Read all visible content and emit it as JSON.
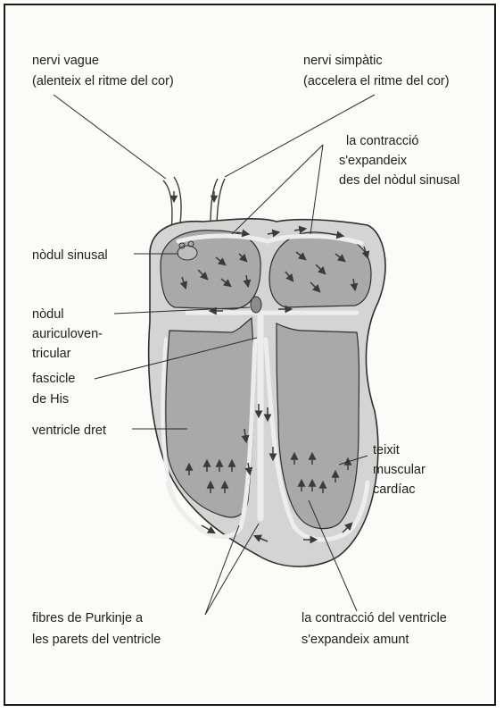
{
  "labels": {
    "nervi_vague": [
      "nervi vague",
      "(alenteix el ritme del cor)"
    ],
    "nervi_simpatic": [
      "nervi simpàtic",
      "(accelera el ritme del cor)"
    ],
    "contraccio_sinusal": [
      "la contracció",
      "s'expandeix",
      "des del nòdul sinusal"
    ],
    "nodul_sinusal": [
      "nòdul sinusal"
    ],
    "nodul_auriculoventricular": [
      "nòdul",
      "auriculoven-",
      "tricular"
    ],
    "fascicle_his": [
      "fascicle",
      "de His"
    ],
    "ventricle_dret": [
      "ventricle dret"
    ],
    "teixit_muscular": [
      "teixit",
      "muscular",
      "cardíac"
    ],
    "fibres_purkinje": [
      "fibres de Purkinje a",
      "les parets del ventricle"
    ],
    "contraccio_ventricle": [
      "la contracció del ventricle",
      "s'expandeix amunt"
    ]
  },
  "colors": {
    "tissue": "#d4d4d4",
    "chamber": "#a9a9a9",
    "conduction": "#ededed",
    "ink": "#1e1e1e",
    "arrow": "#3a3a3a"
  }
}
